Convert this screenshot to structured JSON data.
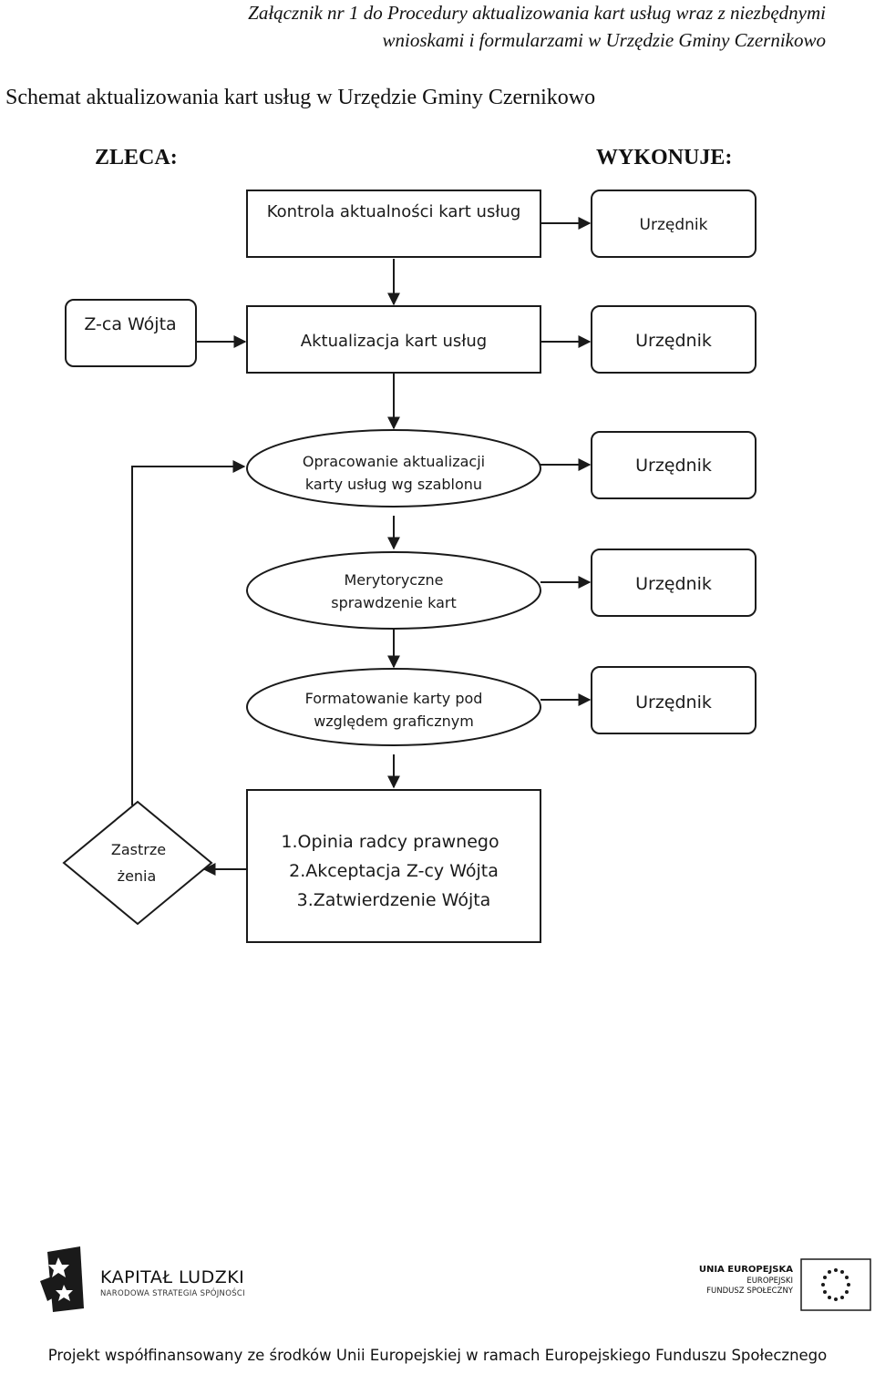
{
  "header": {
    "line1": "Załącznik nr 1 do Procedury aktualizowania kart usług wraz z niezbędnymi",
    "line2": "wnioskami i formularzami w Urzędzie Gminy Czernikowo"
  },
  "title": "Schemat aktualizowania kart usług w Urzędzie Gminy Czernikowo",
  "columns": {
    "zleca": "ZLECA:",
    "wykonuje": "WYKONUJE:"
  },
  "nodes": {
    "kontrola": "Kontrola aktualności kart usług",
    "urzednik1": "Urzędnik",
    "zca": "Z-ca Wójta",
    "aktualizacja": "Aktualizacja kart usług",
    "urzednik2": "Urzędnik",
    "opracowanie_l1": "Opracowanie aktualizacji",
    "opracowanie_l2": "karty usług wg szablonu",
    "urzednik3": "Urzędnik",
    "merytoryczne_l1": "Merytoryczne",
    "merytoryczne_l2": "sprawdzenie kart",
    "urzednik4": "Urzędnik",
    "formatowanie_l1": "Formatowanie karty pod",
    "formatowanie_l2": "względem graficznym",
    "urzednik5": "Urzędnik",
    "final_l1": "1.Opinia radcy prawnego",
    "final_l2": "2.Akceptacja Z-cy Wójta",
    "final_l3": "3.Zatwierdzenie Wójta",
    "zastrzezenia_l1": "Zastrze",
    "zastrzezenia_l2": "żenia"
  },
  "footer": {
    "kapital_title": "KAPITAŁ LUDZKI",
    "kapital_sub": "NARODOWA STRATEGIA SPÓJNOŚCI",
    "eu_l1": "UNIA EUROPEJSKA",
    "eu_l2": "EUROPEJSKI",
    "eu_l3": "FUNDUSZ SPOŁECZNY",
    "note": "Projekt współfinansowany ze środków Unii Europejskiej w ramach Europejskiego Funduszu Społecznego"
  }
}
